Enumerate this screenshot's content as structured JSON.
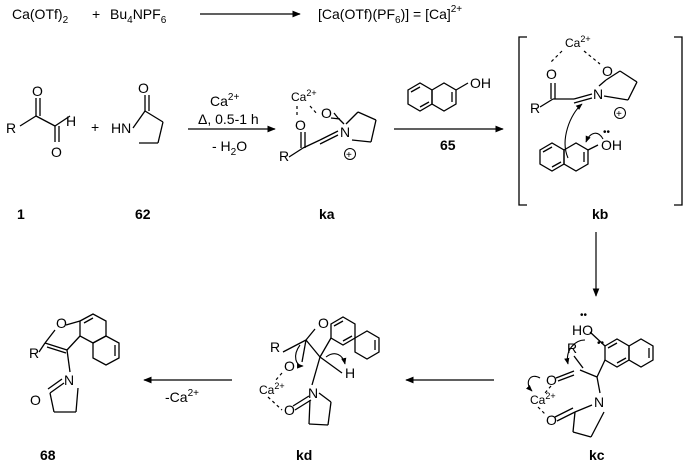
{
  "reaction_line": {
    "reagent1": "Ca(OTf)",
    "reagent1_sub": "2",
    "plus": "+",
    "reagent2_a": "Bu",
    "reagent2_sub": "4",
    "reagent2_b": "NPF",
    "reagent2_sub2": "6",
    "product": "[Ca(OTf)(PF",
    "product_sub": "6",
    "product_b": ")] = [Ca]",
    "product_sup": "2+"
  },
  "conditions": {
    "catalyst": "Ca",
    "catalyst_sup": "2+",
    "temp_time": "Δ, 0.5-1 h",
    "byproduct": "- H",
    "byproduct_sub": "2",
    "byproduct_end": "O",
    "reagent_65": "65",
    "loss": "-Ca",
    "loss_sup": "2+"
  },
  "labels": {
    "c1": "1",
    "c62": "62",
    "ka": "ka",
    "kb": "kb",
    "kc": "kc",
    "kd": "kd",
    "c68": "68"
  },
  "atoms": {
    "R": "R",
    "O": "O",
    "H": "H",
    "N": "N",
    "HN": "HN",
    "OH": "OH",
    "HO": "HO",
    "Ca": "Ca",
    "Ca_sup": "2+",
    "plus_sign": "+",
    "charge": "+",
    "dots": "••"
  }
}
